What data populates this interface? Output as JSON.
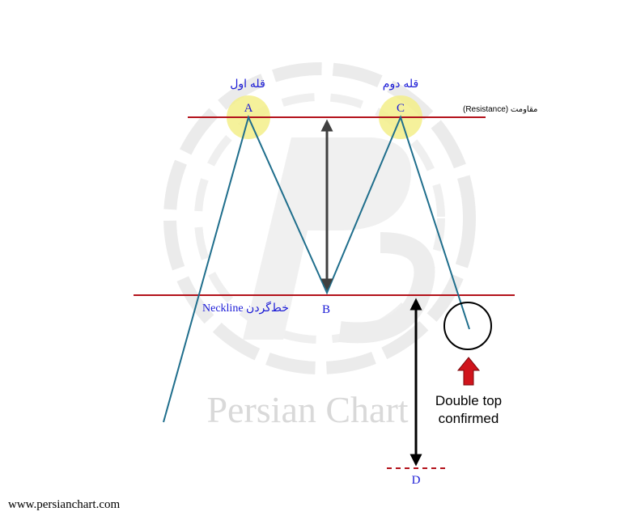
{
  "labels": {
    "peak1": "قله اول",
    "peak2": "قله دوم",
    "point_a": "A",
    "point_b": "B",
    "point_c": "C",
    "point_d": "D",
    "resistance": "(Resistance) مقاومت",
    "neckline": "Neckline خط‌گردن",
    "confirm_line1": "Double top",
    "confirm_line2": "confirmed",
    "watermark": "Persian Chart",
    "website": "www.persianchart.com"
  },
  "colors": {
    "price_line": "#1f6e8c",
    "level_line": "#b3121b",
    "peak_highlight": "#f3ee8a",
    "label_blue": "#1a1ad6",
    "arrow_gray": "#404040",
    "arrow_black": "#000000",
    "confirm_arrow": "#d0141c",
    "watermark": "#d9d9d9"
  }
}
